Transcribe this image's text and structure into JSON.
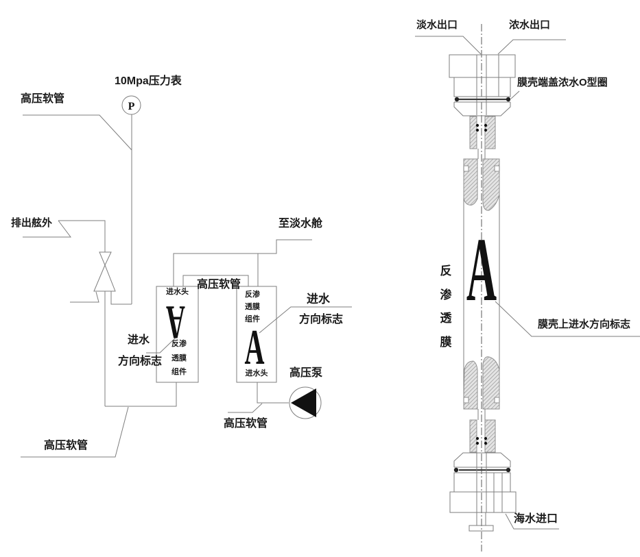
{
  "left": {
    "hose_top_label": "高压软管",
    "gauge_label": "10Mpa压力表",
    "gauge_letter": "P",
    "discharge_label": "排出舷外",
    "to_tank_label": "至淡水舱",
    "hose_mid_label": "高压软管",
    "module_left": {
      "inlet_head": "进水头",
      "dir_letter": "A",
      "name1": "反渗",
      "name2": "透膜",
      "name3": "组件"
    },
    "module_right": {
      "inlet_head": "进水头",
      "dir_letter": "A",
      "name1": "反渗",
      "name2": "透膜",
      "name3": "组件"
    },
    "inlet_dir_left": {
      "line1": "进水",
      "line2": "方向标志"
    },
    "inlet_dir_right": {
      "line1": "进水",
      "line2": "方向标志"
    },
    "pump_label": "高压泵",
    "hose_bottom_mid_label": "高压软管",
    "hose_bottom_left_label": "高压软管"
  },
  "right": {
    "fresh_outlet_label": "淡水出口",
    "conc_outlet_label": "浓水出口",
    "oring_label": "膜壳端盖浓水O型圈",
    "membrane_label": {
      "c1": "反",
      "c2": "渗",
      "c3": "透",
      "c4": "膜"
    },
    "dir_mark_label": "膜壳上进水方向标志",
    "sea_inlet_label": "海水进口",
    "dir_letter": "A"
  },
  "colors": {
    "line": "#7d7d7d",
    "text": "#1a1a1a",
    "solid_black": "#111111",
    "hatch_bg": "#e4e4e4",
    "hatch_line": "#8f8f8f",
    "centerline": "#5a5a5a"
  }
}
